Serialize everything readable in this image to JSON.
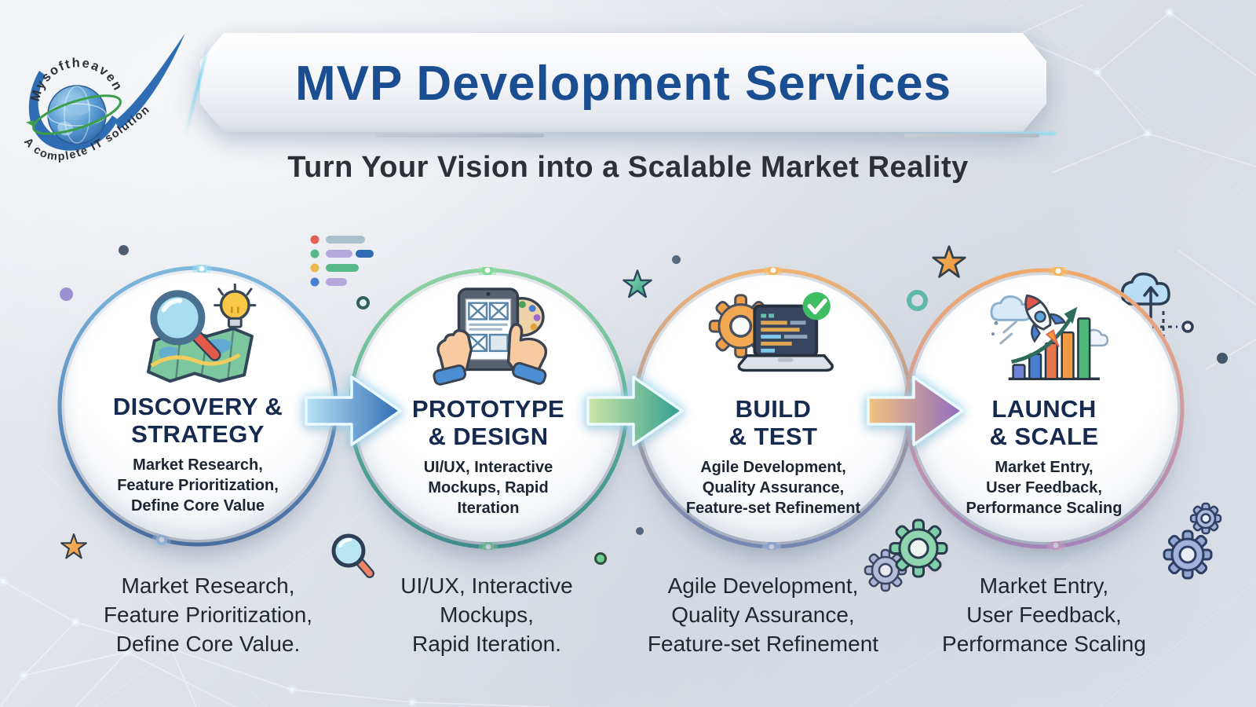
{
  "logo": {
    "brand": "Mysoftheaven",
    "tagline": "A complete IT solution",
    "icon": "globe-swoosh-logo"
  },
  "header": {
    "title": "MVP Development Services",
    "subtitle": "Turn Your Vision into a Scalable Market Reality"
  },
  "stages": [
    {
      "id": "discovery",
      "icon": "map-magnifier-lightbulb-icon",
      "title": "DISCOVERY &\nSTRATEGY",
      "summary": "Market Research,\nFeature Prioritization,\nDefine Core Value",
      "caption": "Market Research,\nFeature Prioritization,\nDefine Core Value.",
      "ring_top_color": "#7fb9de",
      "ring_bottom_color": "#3f6fae"
    },
    {
      "id": "prototype",
      "icon": "tablet-wireframe-palette-hands-icon",
      "title": "PROTOTYPE\n& DESIGN",
      "summary": "UI/UX, Interactive\nMockups, Rapid\nIteration",
      "caption": "UI/UX, Interactive\nMockups,\nRapid Iteration.",
      "ring_top_color": "#90d3a4",
      "ring_bottom_color": "#2f9e8f"
    },
    {
      "id": "build",
      "icon": "gear-laptop-checkmark-icon",
      "title": "BUILD\n& TEST",
      "summary": "Agile Development,\nQuality Assurance,\nFeature-set Refinement",
      "caption": "Agile Development,\nQuality Assurance,\nFeature-set Refinement",
      "ring_top_color": "#f0b274",
      "ring_bottom_color": "#8095cb"
    },
    {
      "id": "launch",
      "icon": "rocket-growth-chart-icon",
      "title": "LAUNCH\n& SCALE",
      "summary": "Market Entry,\nUser Feedback,\nPerformance Scaling",
      "caption": "Market Entry,\nUser Feedback,\nPerformance Scaling",
      "ring_top_color": "#f0aa6c",
      "ring_bottom_color": "#c892d2"
    }
  ],
  "arrows": [
    {
      "from": "discovery",
      "to": "prototype",
      "gradient": [
        "#b8e2f5",
        "#2f6cb3"
      ]
    },
    {
      "from": "prototype",
      "to": "build",
      "gradient": [
        "#cde6a6",
        "#2f9e8f"
      ]
    },
    {
      "from": "build",
      "to": "launch",
      "gradient": [
        "#f3c27e",
        "#8e6cc0"
      ]
    }
  ],
  "colors": {
    "background": "#dfe3e9",
    "title_text": "#1b4e91",
    "subtitle_text": "#2d3137",
    "stage_title_text": "#16294e",
    "body_text": "#22272e"
  }
}
